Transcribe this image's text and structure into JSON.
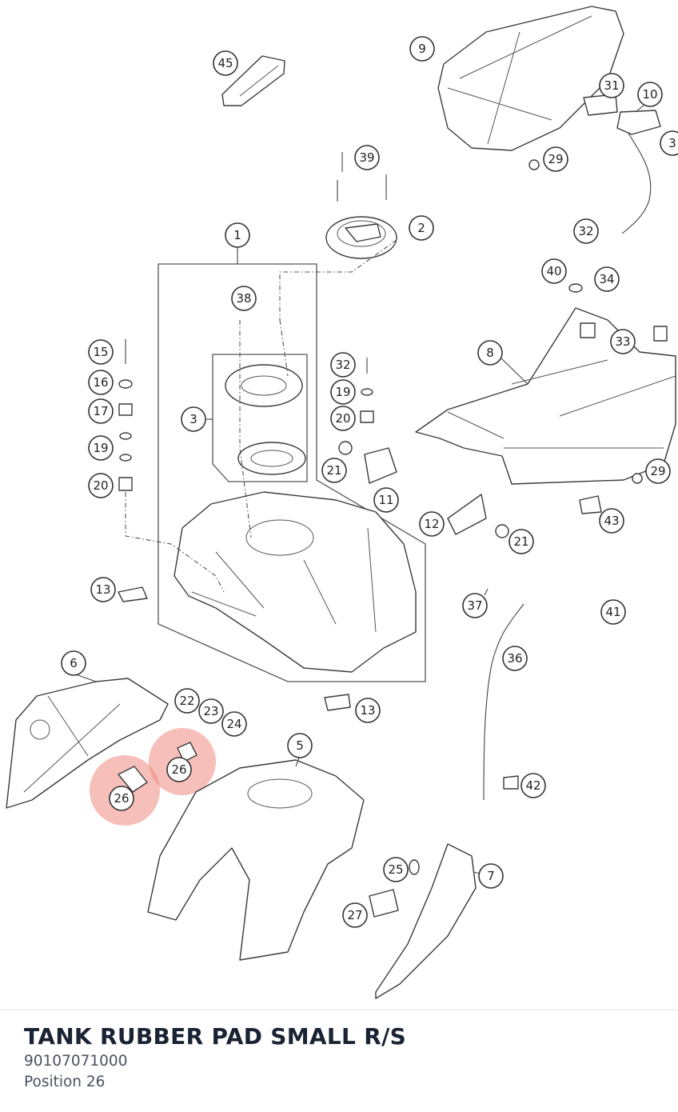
{
  "part": {
    "name": "TANK RUBBER PAD SMALL R/S",
    "number": "90107071000",
    "position": "Position 26"
  },
  "diagram": {
    "highlight_label": "26",
    "highlight_color": "#f08a80",
    "callouts": [
      "1",
      "2",
      "3",
      "5",
      "6",
      "7",
      "8",
      "9",
      "10",
      "3",
      "11",
      "12",
      "13",
      "13",
      "15",
      "16",
      "17",
      "19",
      "20",
      "19",
      "20",
      "21",
      "21",
      "22",
      "23",
      "24",
      "25",
      "26",
      "26",
      "27",
      "29",
      "29",
      "31",
      "32",
      "32",
      "33",
      "34",
      "36",
      "37",
      "38",
      "39",
      "40",
      "41",
      "42",
      "43",
      "45"
    ]
  }
}
